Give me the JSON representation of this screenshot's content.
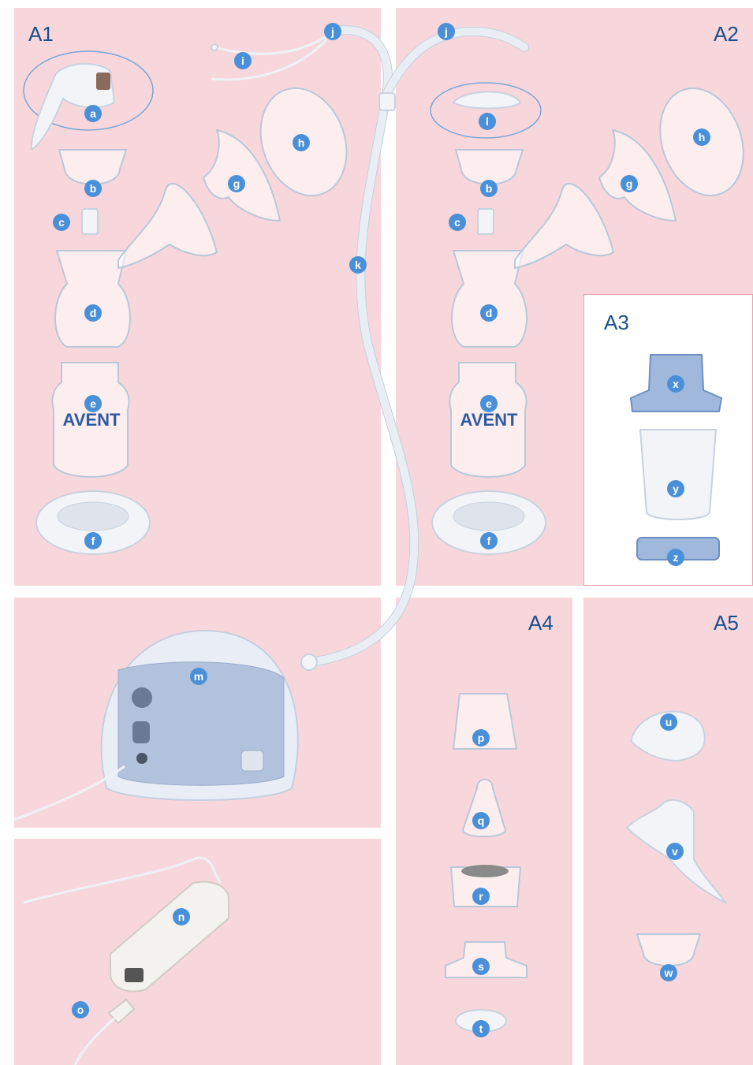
{
  "panels": {
    "a1": "A1",
    "a2": "A2",
    "a3": "A3",
    "a4": "A4",
    "a5": "A5"
  },
  "labels": {
    "a1_a": "a",
    "a1_b": "b",
    "a1_c": "c",
    "a1_d": "d",
    "a1_e": "e",
    "a1_f": "f",
    "a1_g": "g",
    "a1_h": "h",
    "a1_i": "i",
    "a1_j": "j",
    "k": "k",
    "a2_j": "j",
    "a2_l": "l",
    "a2_h": "h",
    "a2_b": "b",
    "a2_g": "g",
    "a2_c": "c",
    "a2_d": "d",
    "a2_e": "e",
    "a2_f": "f",
    "x": "x",
    "y": "y",
    "z": "z",
    "m": "m",
    "n": "n",
    "o": "o",
    "p": "p",
    "q": "q",
    "r": "r",
    "s": "s",
    "t": "t",
    "u": "u",
    "v": "v",
    "w": "w"
  },
  "bottle_brand": "AVENT",
  "colors": {
    "panel_pink": "#f8d7dc",
    "label_blue": "#4a90d9",
    "title_blue": "#1a4f8a",
    "frame_red": "#e8a0a8"
  }
}
